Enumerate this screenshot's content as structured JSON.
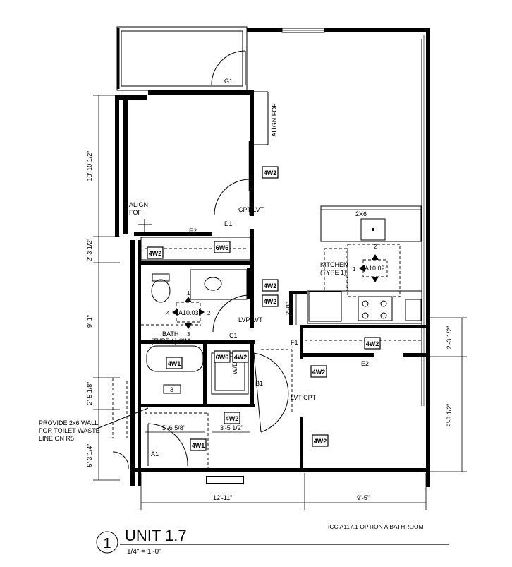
{
  "unit_title": "UNIT 1.7",
  "detail_number": "1",
  "scale": "1/4\" = 1'-0\"",
  "option_note": "ICC A117.1 OPTION A BATHROOM",
  "notes": {
    "align_fof_top": "ALIGN FOF",
    "align_fof_left_1": "ALIGN",
    "align_fof_left_2": "FOF",
    "toilet_1": "PROVIDE 2x6 WALL",
    "toilet_2": "FOR TOILET WASTE",
    "toilet_3": "LINE ON R5"
  },
  "rooms": {
    "bath_1": "BATH",
    "bath_2": "(TYPE 1) SIM",
    "kitchen_1": "KITCHEN",
    "kitchen_2": "(TYPE 1)",
    "wd": "W/D",
    "tub_3": "3"
  },
  "doors": {
    "g1": "G1",
    "d1": "D1",
    "c1": "C1",
    "b1": "B1",
    "a1": "A1",
    "f1": "F1",
    "e2_top": "E2",
    "e2_bottom": "E2"
  },
  "finish": {
    "cpt_lvt_1": "CPT  LVT",
    "lvp_lvt": "LVP  LVT",
    "lvt_cpt": "LVT  CPT"
  },
  "callouts": {
    "a1003": "A10.03",
    "a1003_n": "1",
    "a1003_e": "2",
    "a1003_s": "3",
    "a1003_w": "4",
    "a1002": "A10.02",
    "a1002_n": "2",
    "a1002_w": "1"
  },
  "wall_tags": {
    "t1": "4W2",
    "t2": "4W2",
    "t3": "6W6",
    "t4": "4W2",
    "t5": "4W2",
    "t6": "4W1",
    "t7": "6W6",
    "t8": "4W2",
    "t9": "4W2",
    "t10": "4W2",
    "t11": "4W2",
    "t12": "4W1",
    "t13": "4W2"
  },
  "dimensions": {
    "d_10_10": "10'-10 1/2\"",
    "d_2_3_left": "2'-3 1/2\"",
    "d_9_1": "9'-1\"",
    "d_2_5": "2'-5 1/8\"",
    "d_5_3": "5'-3 1/4\"",
    "d_12_11": "12'-11\"",
    "d_9_5": "9'-5\"",
    "d_2_3_right": "2'-3 1/2\"",
    "d_9_3": "9'-3 1/2\"",
    "d_5_6": "5'-6 5/8\"",
    "d_3_5": "3'-5 1/2\"",
    "d_2_8": "2'-8\"",
    "d_2x6": "2X6"
  }
}
